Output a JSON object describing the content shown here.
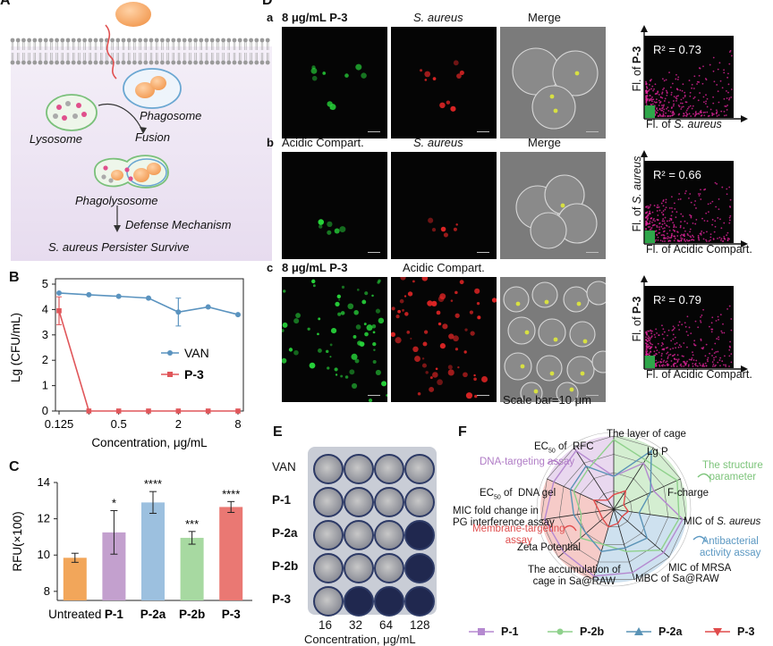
{
  "panel_a": {
    "label": "A",
    "phagosome": "Phagosome",
    "lysosome": "Lysosome",
    "fusion": "Fusion",
    "phagolysosome": "Phagolysosome",
    "defense": "Defense Mechanism",
    "survive": "S. aureus Persister Survive"
  },
  "panel_d": {
    "label": "D",
    "rows": [
      {
        "letter": "a",
        "c1": "8 μg/mL ",
        "c1b": "P-3",
        "c2": "S. aureus",
        "c3": "Merge",
        "r2": "R² = 0.73",
        "ylab_pre": "Fl. of ",
        "ylab_b": "P-3",
        "xlab_pre": "Fl. of ",
        "xlab_i": "S. aureus"
      },
      {
        "letter": "b",
        "c1": "Acidic Compart.",
        "c1b": "",
        "c2": "S. aureus",
        "c3": "Merge",
        "r2": "R² = 0.66",
        "ylab_pre": "Fl. of ",
        "ylab_i": "S. aureus",
        "xlab_pre": "Fl. of Acidic Compart.",
        "xlab_i": ""
      },
      {
        "letter": "c",
        "c1": "8 μg/mL ",
        "c1b": "P-3",
        "c2": "Acidic Compart.",
        "c3": "",
        "r2": "R² = 0.79",
        "ylab_pre": "Fl. of ",
        "ylab_b": "P-3",
        "xlab_pre": "Fl. of Acidic Compart.",
        "xlab_i": ""
      }
    ],
    "scale": "Scale bar=10 μm"
  },
  "panel_b": {
    "label": "B",
    "ylabel": "Lg (CFU/mL)",
    "xlabel": "Concentration, μg/mL"
  },
  "panel_c": {
    "label": "C",
    "ylabel": "RFU(×100)"
  },
  "panel_e": {
    "label": "E",
    "rows": [
      "VAN",
      "P-1",
      "P-2a",
      "P-2b",
      "P-3"
    ],
    "cols": [
      "16",
      "32",
      "64",
      "128"
    ],
    "xlabel": "Concentration, μg/mL"
  },
  "panel_f": {
    "label": "F",
    "axes": [
      "The layer of cage",
      "Lg P",
      "F-charge",
      "MIC of S. aureus",
      "MIC of MRSA",
      "MBC of Sa@RAW",
      "The accumulation of cage in Sa@RAW",
      "Zeta Potential",
      "MIC fold change in PG interference assay",
      "EC50 of DNA gel",
      "EC50 of RFC"
    ],
    "groups": {
      "structure": "The structure parameter",
      "antibacterial": "Antibacterial activity assay",
      "membrane": "Membrane-targeting assay",
      "dna": "DNA-targeting assay"
    },
    "legend": [
      {
        "name": "P-1",
        "color": "#b589d0",
        "marker": "square"
      },
      {
        "name": "P-2b",
        "color": "#8fd18c",
        "marker": "circle"
      },
      {
        "name": "P-2a",
        "color": "#5a93b6",
        "marker": "triangle-up"
      },
      {
        "name": "P-3",
        "color": "#e04b4b",
        "marker": "triangle-down"
      }
    ]
  },
  "chart_data": [
    {
      "type": "line",
      "panel": "B",
      "title": "",
      "xlabel": "Concentration, μg/mL",
      "ylabel": "Lg (CFU/mL)",
      "x_scale": "log2",
      "x": [
        0.125,
        0.25,
        0.5,
        1,
        2,
        4,
        8
      ],
      "x_ticks": [
        "0.125",
        "0.5",
        "2",
        "8"
      ],
      "ylim": [
        0,
        5
      ],
      "legend_position": "center-right",
      "series": [
        {
          "name": "VAN",
          "color": "#5a93bf",
          "values": [
            4.65,
            4.58,
            4.52,
            4.45,
            3.9,
            4.1,
            3.8
          ],
          "err": [
            0.05,
            0.04,
            0.05,
            0.06,
            0.55,
            0.07,
            0.06
          ]
        },
        {
          "name": "P-3",
          "color": "#e0565a",
          "values": [
            3.95,
            0,
            0,
            0,
            0,
            0,
            0
          ],
          "err": [
            0.55,
            0,
            0,
            0,
            0,
            0,
            0
          ]
        }
      ]
    },
    {
      "type": "bar",
      "panel": "C",
      "title": "",
      "xlabel": "",
      "ylabel": "RFU(×100)",
      "ylim": [
        7.5,
        14
      ],
      "y_ticks": [
        8,
        10,
        12,
        14
      ],
      "categories": [
        "Untreated",
        "P-1",
        "P-2a",
        "P-2b",
        "P-3"
      ],
      "values": [
        9.85,
        11.25,
        12.9,
        10.95,
        12.65
      ],
      "err": [
        0.25,
        1.2,
        0.6,
        0.35,
        0.3
      ],
      "significance": [
        "",
        "*",
        "****",
        "***",
        "****"
      ],
      "colors": [
        "#f2a65a",
        "#c3a0ce",
        "#9cc0df",
        "#a7d9a1",
        "#ea7873"
      ]
    }
  ]
}
